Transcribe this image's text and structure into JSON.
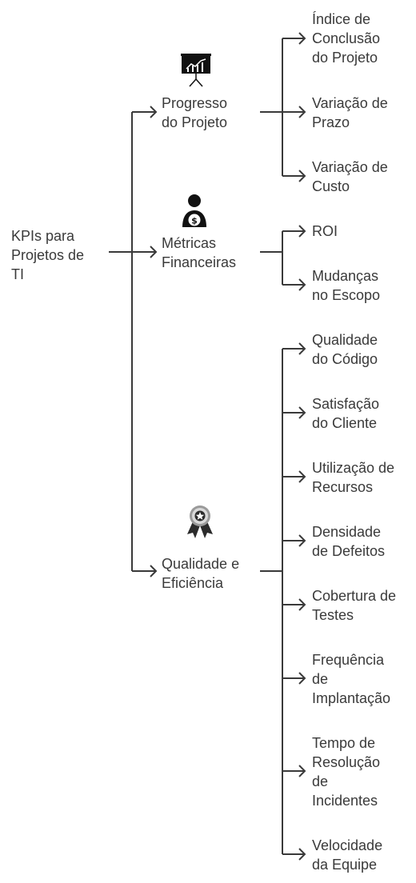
{
  "root": {
    "label": "KPIs para\nProjetos de\nTI"
  },
  "categories": [
    {
      "label": "Progresso\ndo Projeto",
      "icon": "presentation-chart-icon",
      "items": [
        "Índice de\nConclusão\ndo Projeto",
        "Variação de\nPrazo",
        "Variação de\nCusto"
      ]
    },
    {
      "label": "Métricas\nFinanceiras",
      "icon": "finance-person-icon",
      "items": [
        "ROI",
        "Mudanças\nno Escopo"
      ]
    },
    {
      "label": "Qualidade e\nEficiência",
      "icon": "award-badge-icon",
      "items": [
        "Qualidade\ndo Código",
        "Satisfação\ndo Cliente",
        "Utilização de\nRecursos",
        "Densidade\nde Defeitos",
        "Cobertura de\nTestes",
        "Frequência\nde\nImplantação",
        "Tempo de\nResolução\nde\nIncidentes",
        "Velocidade\nda Equipe"
      ]
    }
  ],
  "colors": {
    "line": "#3a3a3a",
    "text": "#3a3a3a"
  }
}
